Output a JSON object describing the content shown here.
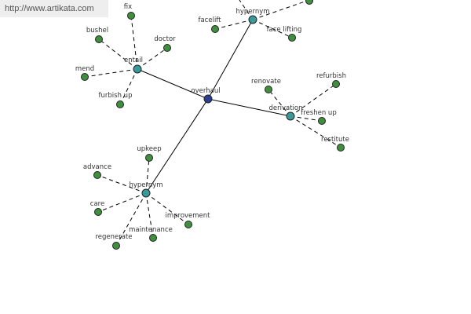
{
  "watermark": {
    "text": "http://www.artikata.com"
  },
  "graph": {
    "center": "overhaul",
    "hubs": [
      {
        "id": "entail",
        "label": "entail",
        "leaves": [
          "fix",
          "bushel",
          "doctor",
          "mend",
          "furbish up"
        ]
      },
      {
        "id": "hypernym_top",
        "label": "hypernym",
        "leaves": [
          "facelift",
          "face lifting"
        ]
      },
      {
        "id": "derivation",
        "label": "derivation",
        "leaves": [
          "renovate",
          "refurbish",
          "freshen up",
          "restitute"
        ]
      },
      {
        "id": "hypernym_bottom",
        "label": "hypernym",
        "leaves": [
          "upkeep",
          "advance",
          "care",
          "regenerate",
          "maintenance",
          "improvement"
        ]
      }
    ]
  },
  "colors": {
    "center_node": "#2c3e8f",
    "hub_node": "#3a9a9a",
    "leaf_node": "#3f8f3f",
    "edge": "#000000",
    "watermark_bg": "#eeeeee"
  }
}
